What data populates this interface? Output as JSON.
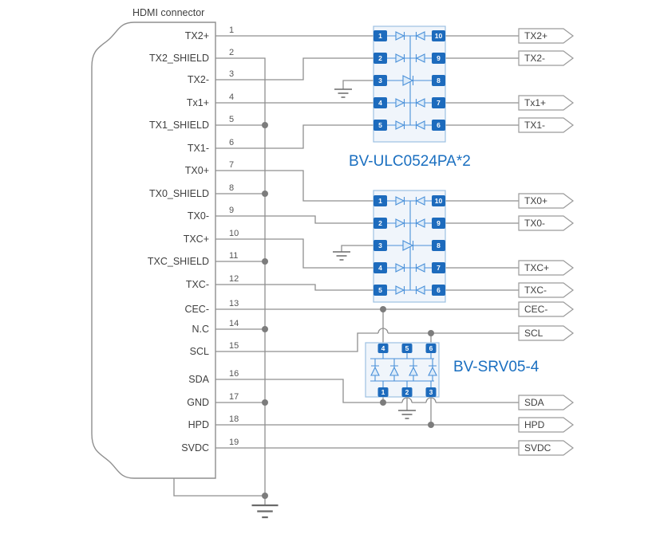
{
  "title": "HDMI connector",
  "labels": {
    "ulc": "BV-ULC0524PA*2",
    "srv": "BV-SRV05-4"
  },
  "connector_pins": [
    {
      "num": "1",
      "label": "TX2+"
    },
    {
      "num": "2",
      "label": "TX2_SHIELD"
    },
    {
      "num": "3",
      "label": "TX2-"
    },
    {
      "num": "4",
      "label": "Tx1+"
    },
    {
      "num": "5",
      "label": "TX1_SHIELD"
    },
    {
      "num": "6",
      "label": "TX1-"
    },
    {
      "num": "7",
      "label": "TX0+"
    },
    {
      "num": "8",
      "label": "TX0_SHIELD"
    },
    {
      "num": "9",
      "label": "TX0-"
    },
    {
      "num": "10",
      "label": "TXC+"
    },
    {
      "num": "11",
      "label": "TXC_SHIELD"
    },
    {
      "num": "12",
      "label": "TXC-"
    },
    {
      "num": "13",
      "label": "CEC-"
    },
    {
      "num": "14",
      "label": "N.C"
    },
    {
      "num": "15",
      "label": "SCL"
    },
    {
      "num": "16",
      "label": "SDA"
    },
    {
      "num": "17",
      "label": "GND"
    },
    {
      "num": "18",
      "label": "HPD"
    },
    {
      "num": "19",
      "label": "SVDC"
    }
  ],
  "ic1": {
    "left_pins": [
      "1",
      "2",
      "3",
      "4",
      "5"
    ],
    "right_pins": [
      "10",
      "9",
      "8",
      "7",
      "6"
    ]
  },
  "ic2": {
    "left_pins": [
      "1",
      "2",
      "3",
      "4",
      "5"
    ],
    "right_pins": [
      "10",
      "9",
      "8",
      "7",
      "6"
    ]
  },
  "srv": {
    "top_pins": [
      "4",
      "5",
      "6"
    ],
    "bottom_pins": [
      "1",
      "2",
      "3"
    ]
  },
  "net_flags": [
    "TX2+",
    "TX2-",
    "Tx1+",
    "TX1-",
    "TX0+",
    "TX0-",
    "TXC+",
    "TXC-",
    "CEC-",
    "SCL",
    "SDA",
    "HPD",
    "SVDC"
  ],
  "colors": {
    "accent_blue": "#1d6bbd",
    "diode_blue": "#4a90d9",
    "wire_gray": "#8f8f8f",
    "ic_fill": "#f0f5fb"
  }
}
